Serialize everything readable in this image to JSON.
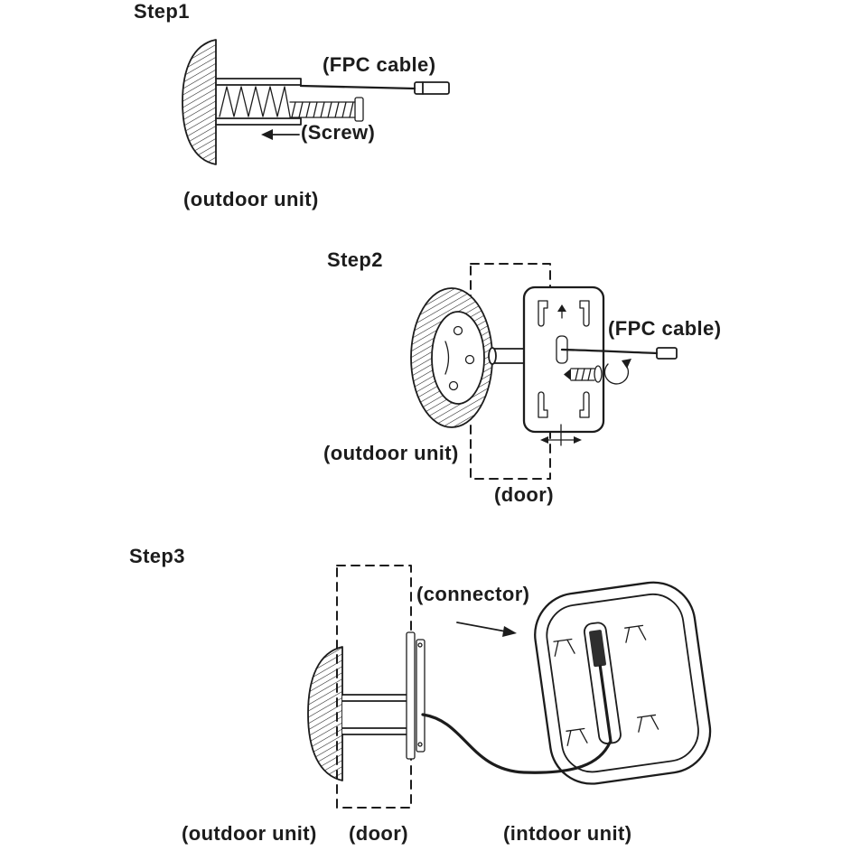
{
  "page": {
    "background": "#ffffff",
    "ink": "#1c1c1c"
  },
  "diagram": {
    "type": "installation-instructions",
    "steps": [
      {
        "title": "Step1",
        "labels": {
          "fpc_cable": "(FPC cable)",
          "screw": "(Screw)",
          "outdoor_unit": "(outdoor unit)"
        }
      },
      {
        "title": "Step2",
        "labels": {
          "fpc_cable": "(FPC cable)",
          "outdoor_unit": "(outdoor unit)",
          "door": "(door)"
        }
      },
      {
        "title": "Step3",
        "labels": {
          "connector": "(connector)",
          "outdoor_unit": "(outdoor unit)",
          "door": "(door)",
          "indoor_unit": "(intdoor unit)"
        }
      }
    ]
  }
}
